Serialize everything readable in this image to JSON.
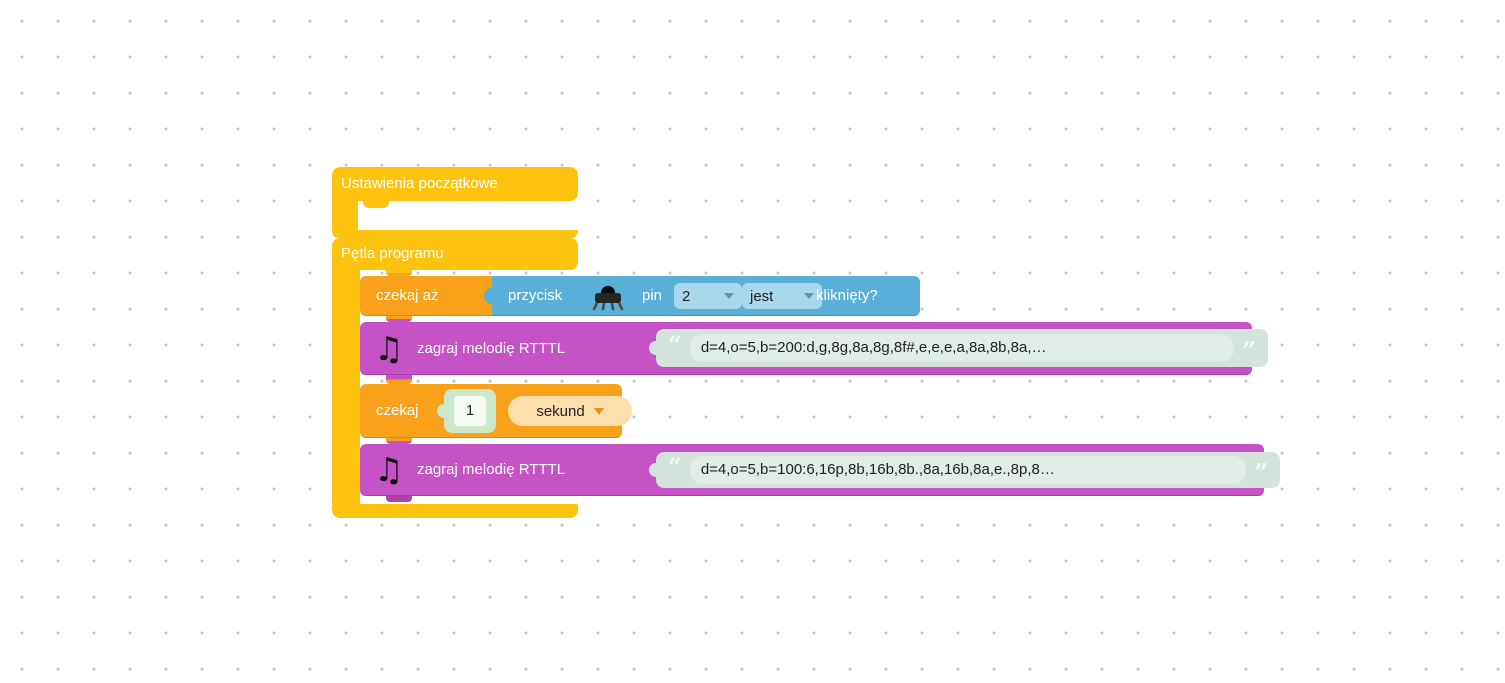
{
  "workspace": {
    "background": "#ffffff",
    "grid_dot_color": "#c6c6c6"
  },
  "colors": {
    "yellow": "#FDC30F",
    "orange": "#F9A11B",
    "blue": "#58B0D8",
    "magenta": "#C653C6",
    "blue_dropdown": "#A9D8ED",
    "orange_dropdown": "#FCDFAD",
    "string_socket": "#D3E3DB",
    "string_field": "#E0ECE5",
    "number_socket": "#CBE8CB",
    "number_field": "#F5FBF5"
  },
  "icons": {
    "music_note": "♫"
  },
  "blocks": {
    "setup": {
      "label": "Ustawienia początkowe"
    },
    "loop": {
      "label": "Pętla programu"
    },
    "wait_until": {
      "label": "czekaj aż",
      "sensor": {
        "label_left": "przycisk",
        "label_pin": "pin",
        "pin_dropdown": "2",
        "state_dropdown": "jest",
        "label_right": "kliknięty?"
      }
    },
    "play_melody_1": {
      "label": "zagraj melodię RTTTL",
      "quote_open": "“",
      "quote_close": "”",
      "rtttl": "d=4,o=5,b=200:d,g,8g,8a,8g,8f#,e,e,e,a,8a,8b,8a,…"
    },
    "wait": {
      "label": "czekaj",
      "duration": "1",
      "unit_dropdown": "sekund"
    },
    "play_melody_2": {
      "label": "zagraj melodię RTTTL",
      "quote_open": "“",
      "quote_close": "”",
      "rtttl": "d=4,o=5,b=100:6,16p,8b,16b,8b.,8a,16b,8a,e.,8p,8…"
    }
  }
}
